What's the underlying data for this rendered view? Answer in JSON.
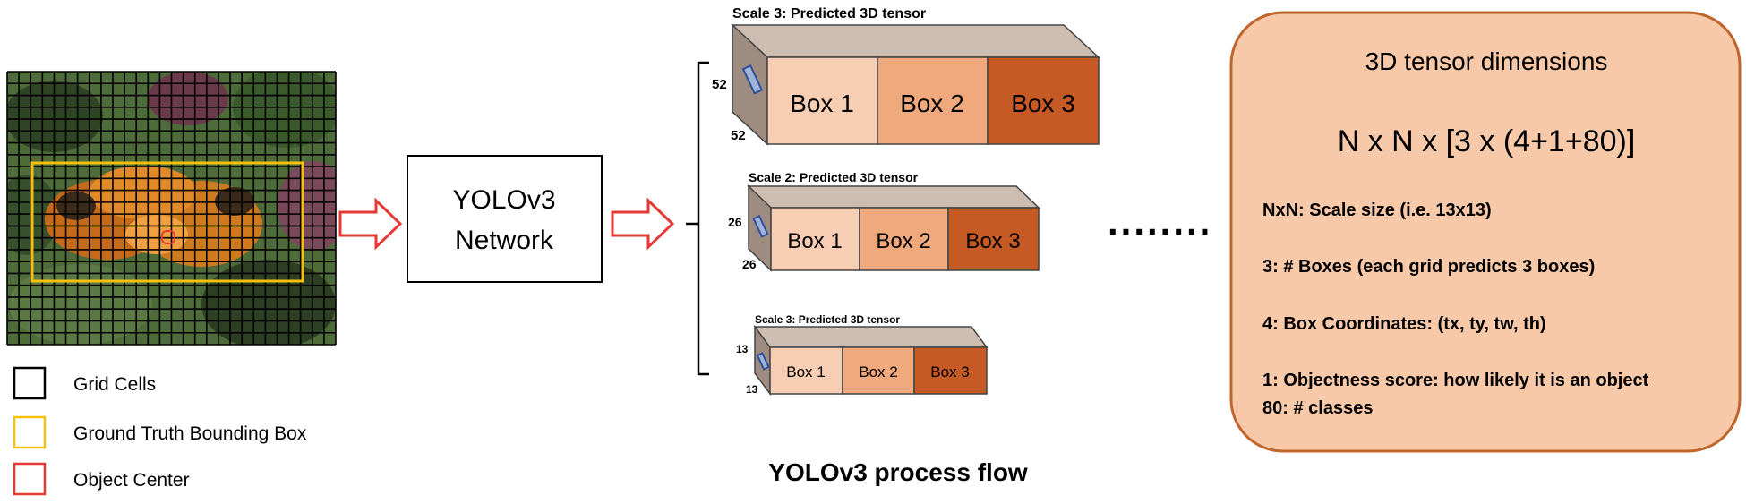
{
  "colors": {
    "legend_grid": "#000000",
    "legend_ground_truth": "#f4c20d",
    "legend_object_center": "#e53935",
    "arrow": "#e53935",
    "box1": "#f7cdb3",
    "box2": "#f0a97c",
    "box3": "#c55a24",
    "tensor_top": "#cdbcb0",
    "tensor_side": "#9f8c80",
    "info_panel_fill": "#f7c9a8",
    "info_panel_border": "#c0662d"
  },
  "image": {
    "description_icon": "photo-icon"
  },
  "network": {
    "line1": "YOLOv3",
    "line2": "Network"
  },
  "legend": [
    {
      "id": "grid",
      "label": "Grid Cells"
    },
    {
      "id": "ground_truth",
      "label": "Ground Truth Bounding Box"
    },
    {
      "id": "object_center",
      "label": "Object Center"
    }
  ],
  "tensors": [
    {
      "title": "Scale 3: Predicted 3D tensor",
      "dim_a": "52",
      "dim_b": "52",
      "boxes": [
        "Box 1",
        "Box 2",
        "Box 3"
      ]
    },
    {
      "title": "Scale 2: Predicted 3D tensor",
      "dim_a": "26",
      "dim_b": "26",
      "boxes": [
        "Box 1",
        "Box 2",
        "Box 3"
      ]
    },
    {
      "title": "Scale 3: Predicted 3D tensor",
      "dim_a": "13",
      "dim_b": "13",
      "boxes": [
        "Box 1",
        "Box 2",
        "Box 3"
      ]
    }
  ],
  "ellipsis": "........",
  "caption": "YOLOv3 process flow",
  "info_panel": {
    "title": "3D tensor dimensions",
    "formula": "N x N x [3 x (4+1+80)]",
    "lines": [
      "NxN: Scale size (i.e. 13x13)",
      "3: # Boxes (each grid predicts 3 boxes)",
      "4: Box Coordinates: (tx, ty, tw, th)",
      "1: Objectness score: how likely it is an object",
      "80: # classes"
    ]
  }
}
